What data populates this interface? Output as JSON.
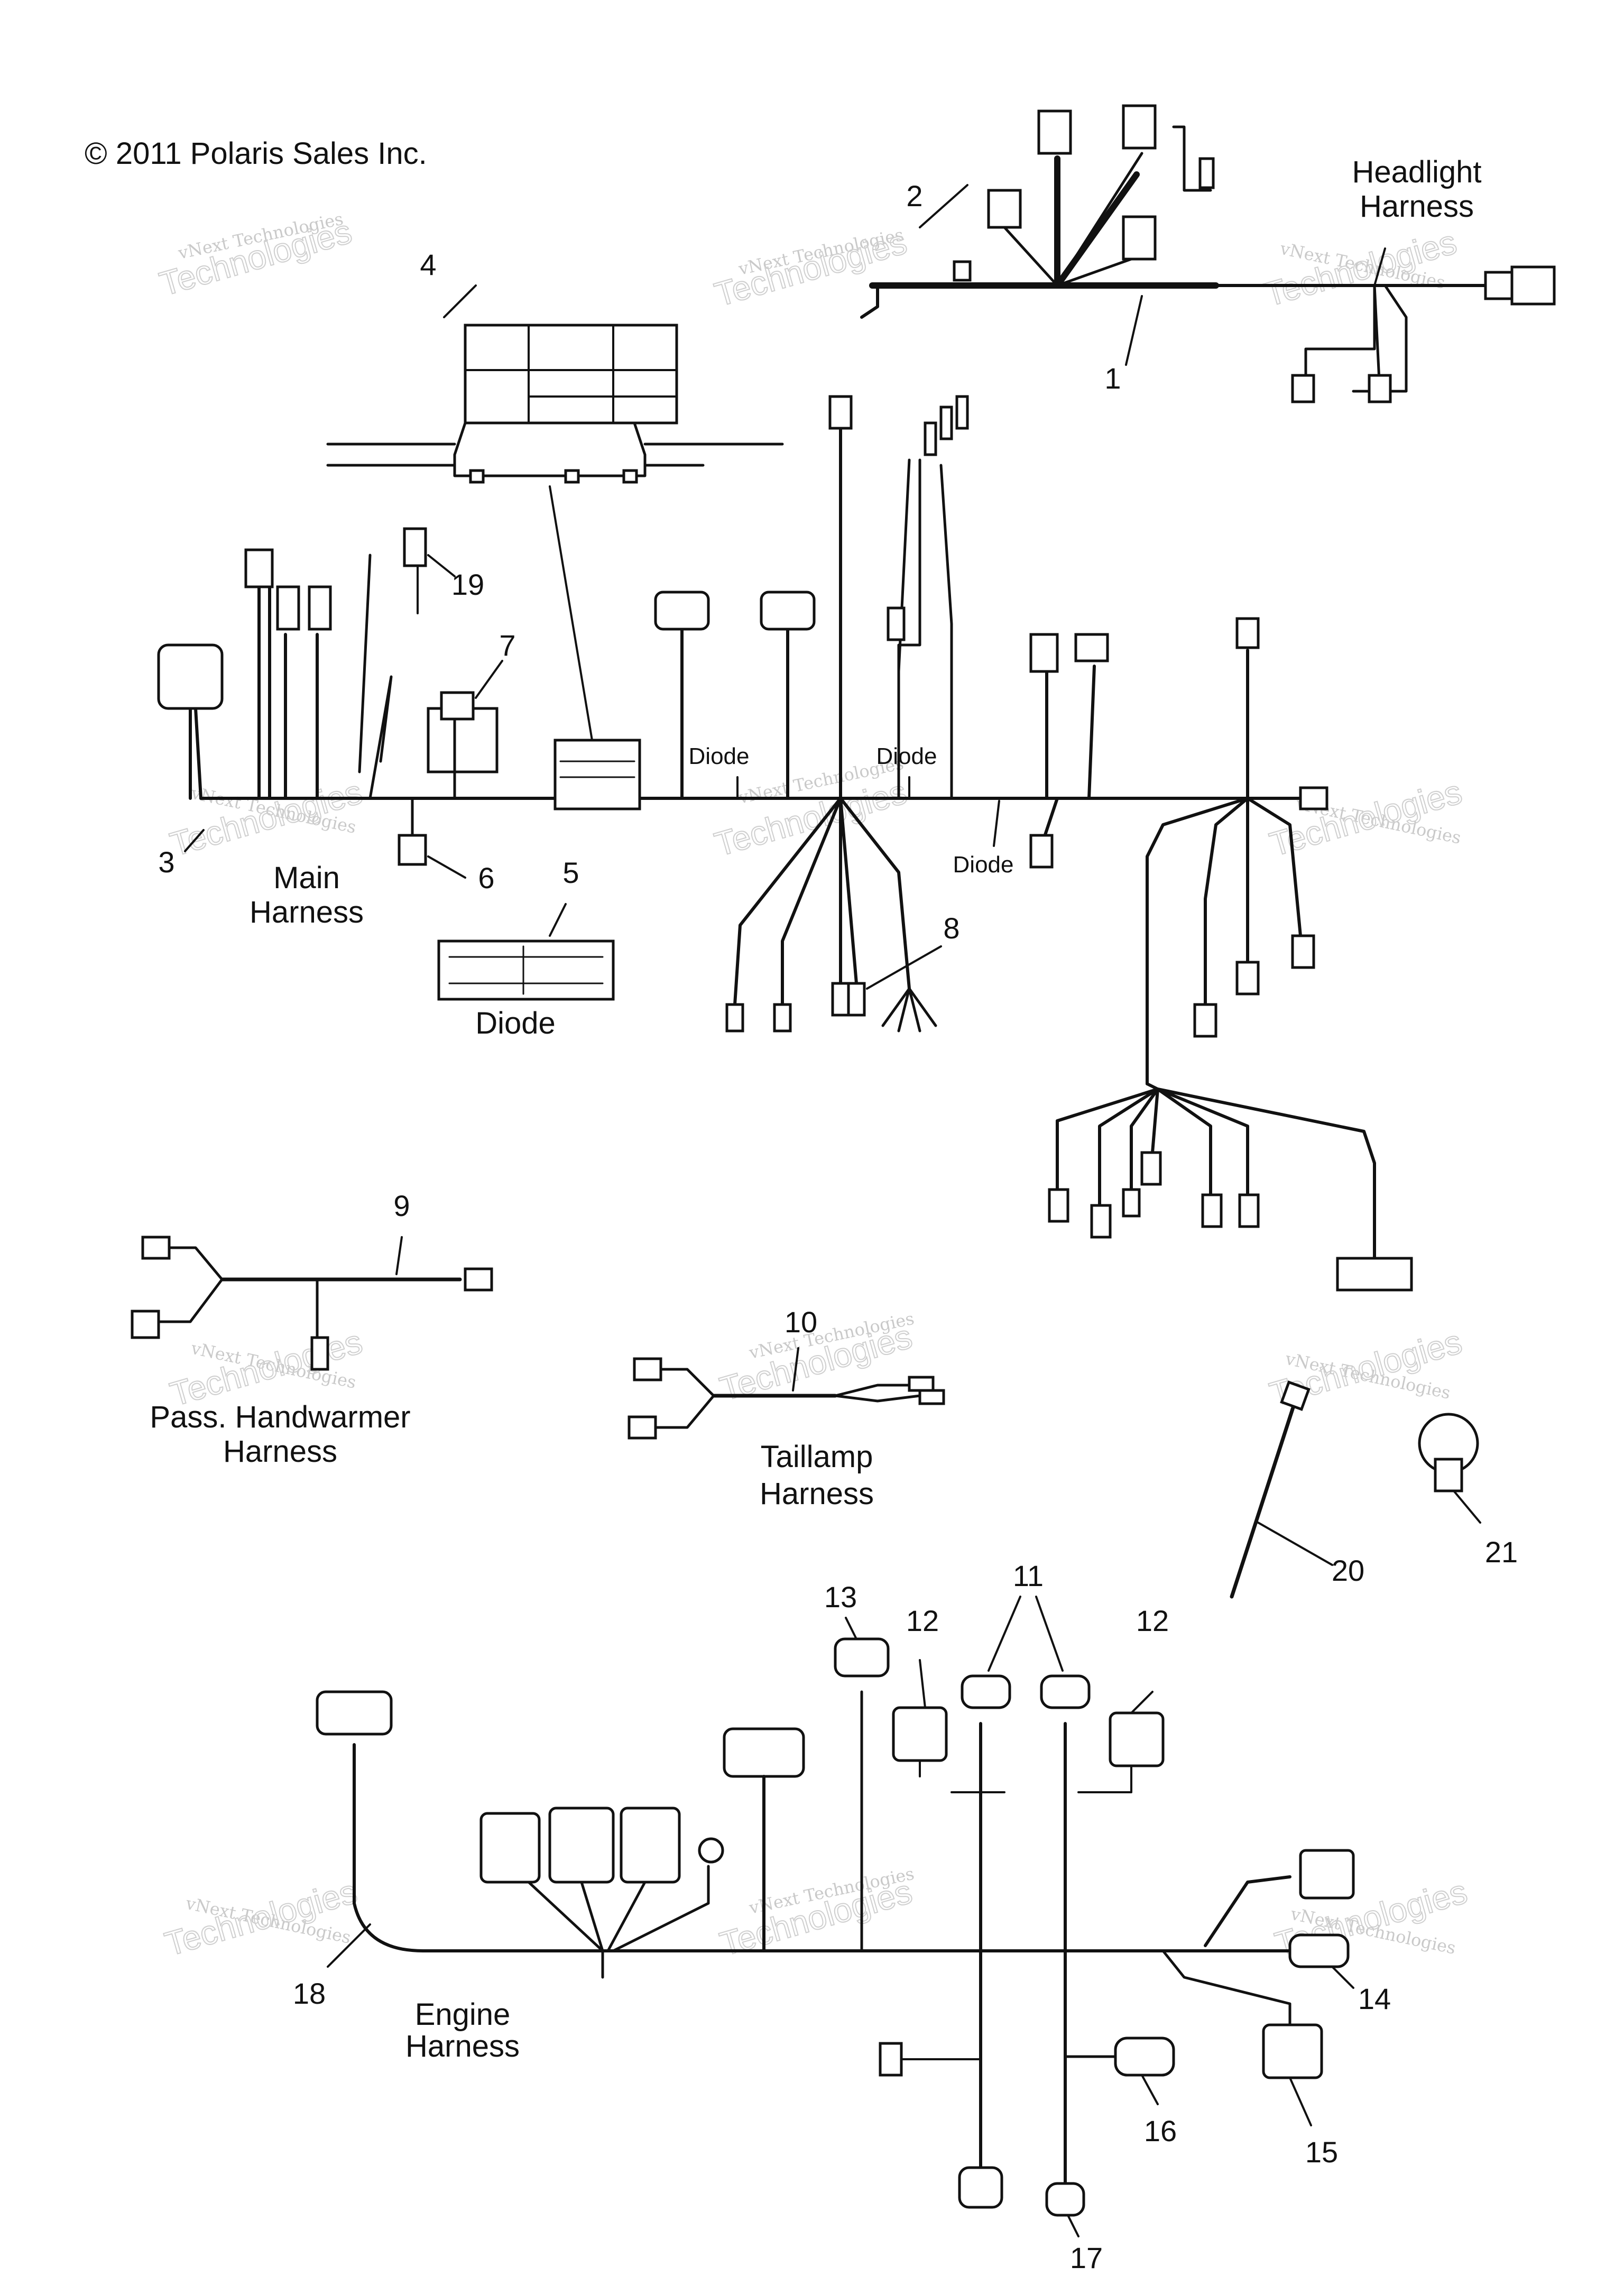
{
  "copyright": "© 2011 Polaris Sales Inc.",
  "watermark": {
    "line1": "vNext Technologies",
    "line2": "Technologies"
  },
  "captions": {
    "headlight_1": "Headlight",
    "headlight_2": "Harness",
    "main_1": "Main",
    "main_2": "Harness",
    "diode": "Diode",
    "pass_1": "Pass. Handwarmer",
    "pass_2": "Harness",
    "taillamp_1": "Taillamp",
    "taillamp_2": "Harness",
    "engine_1": "Engine",
    "engine_2": "Harness"
  },
  "diode_labels": {
    "a": "Diode",
    "b": "Diode",
    "c": "Diode"
  },
  "callouts": {
    "c1": "1",
    "c2": "2",
    "c3": "3",
    "c4": "4",
    "c5": "5",
    "c6": "6",
    "c7": "7",
    "c8": "8",
    "c9": "9",
    "c10": "10",
    "c11": "11",
    "c12a": "12",
    "c12b": "12",
    "c13": "13",
    "c14": "14",
    "c15": "15",
    "c16": "16",
    "c17": "17",
    "c18": "18",
    "c19": "19",
    "c20": "20",
    "c21": "21"
  }
}
